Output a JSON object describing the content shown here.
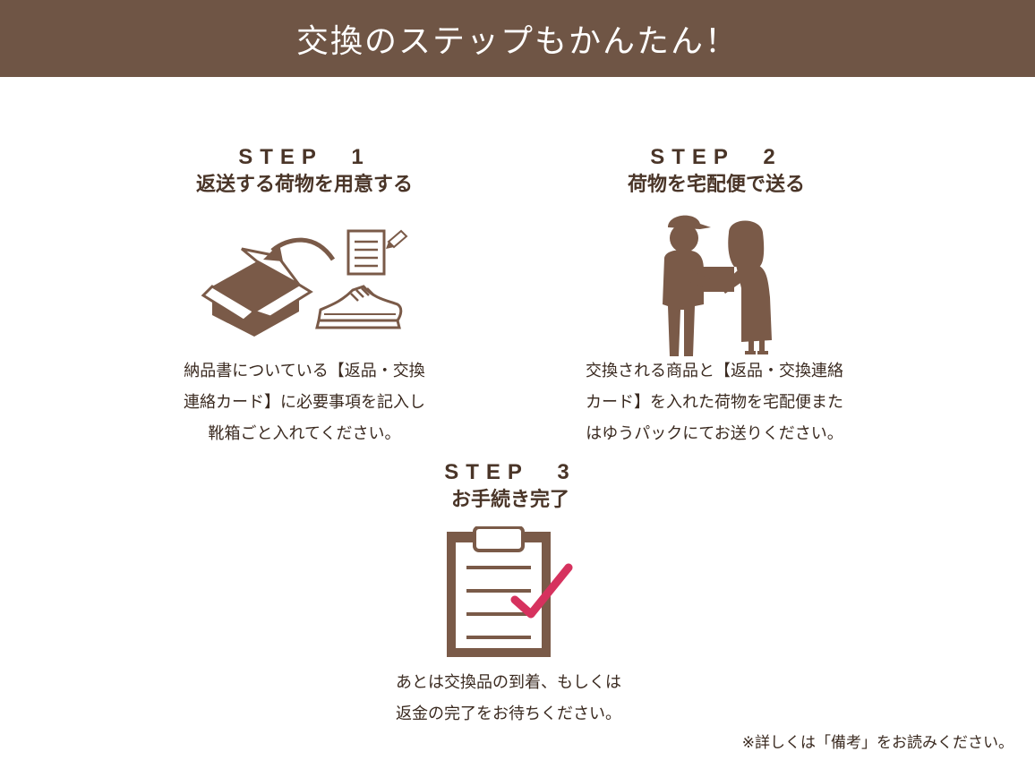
{
  "header": {
    "title": "交換のステップもかんたん！"
  },
  "steps": [
    {
      "label": "STEP　1",
      "title": "返送する荷物を用意する",
      "icon": "box-shoe-icon",
      "desc": [
        "納品書についている【返品・交換",
        "連絡カード】に必要事項を記入し",
        "靴箱ごと入れてください。"
      ]
    },
    {
      "label": "STEP　2",
      "title": "荷物を宅配便で送る",
      "icon": "delivery-handover-icon",
      "desc": [
        "交換される商品と【返品・交換連絡",
        "カード】を入れた荷物を宅配便また",
        "はゆうパックにてお送りください。"
      ]
    },
    {
      "label": "STEP　3",
      "title": "お手続き完了",
      "icon": "clipboard-check-icon",
      "desc": [
        "あとは交換品の到着、もしくは",
        "返金の完了をお待ちください。"
      ]
    }
  ],
  "note": "※詳しくは「備考」をお読みください。",
  "colors": {
    "brand_brown": "#6f5545",
    "icon_brown": "#7a5a48",
    "check_pink": "#d6325e"
  }
}
